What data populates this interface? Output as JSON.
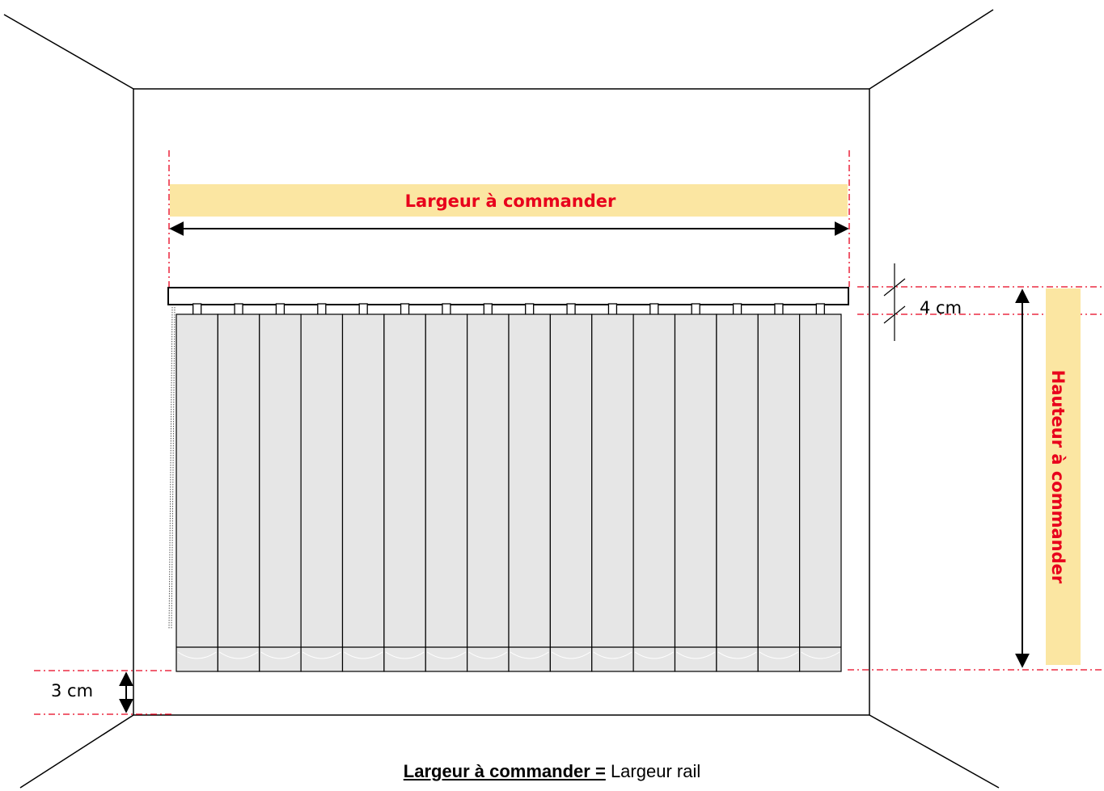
{
  "labels": {
    "width_label": "Largeur à commander",
    "height_label": "Hauteur à commander",
    "rail_gap": "4 cm",
    "floor_gap": "3 cm"
  },
  "caption": {
    "bold": "Largeur à commander =",
    "normal": "Largeur rail"
  },
  "blind": {
    "slat_count": 16
  },
  "colors": {
    "highlight": "#fbe6a2",
    "label_red": "#e8001c",
    "guide_red": "#e8001c",
    "slat_fill": "#e6e6e6",
    "line": "#000000"
  }
}
